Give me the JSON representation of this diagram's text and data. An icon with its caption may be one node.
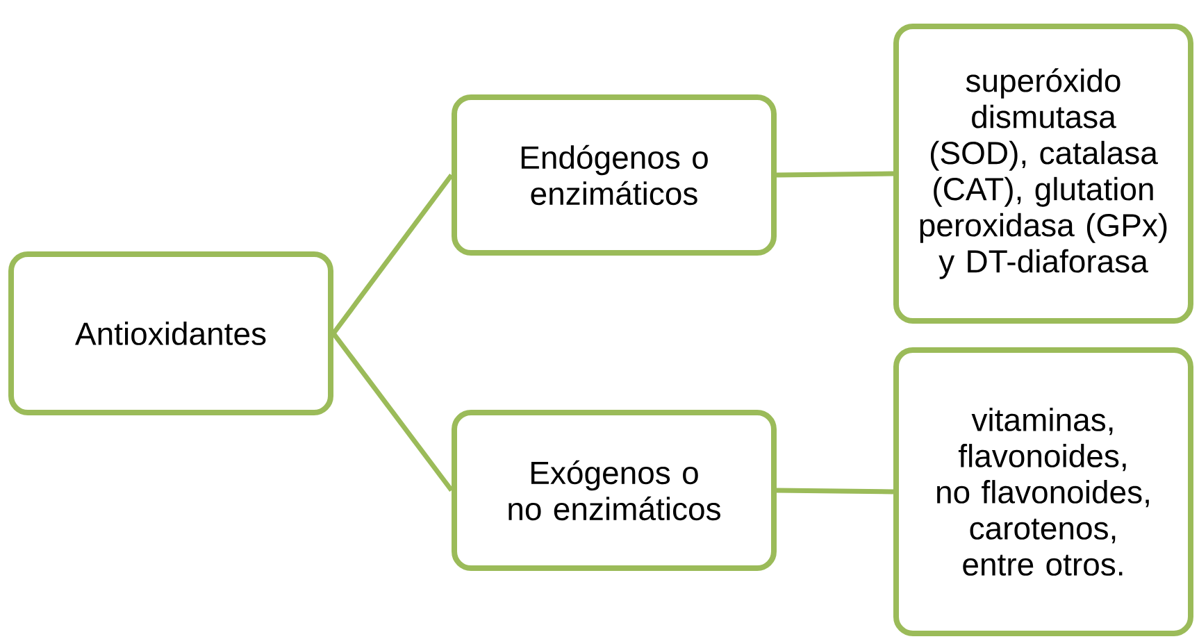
{
  "diagram": {
    "nodes": [
      {
        "text": [
          "Antioxidantes"
        ]
      },
      {
        "text": [
          "Endógenos o enzimáticos"
        ]
      },
      {
        "text": [
          "Exógenos o no enzimáticos"
        ]
      },
      {
        "text": [
          "superóxido dismutasa (SOD), catalasa (CAT), glutation peroxidasa (GPx) y DT-diaforasa"
        ]
      },
      {
        "text": [
          "vitaminas, flavonoides, no flavonoides, carotenos, entre otros."
        ]
      }
    ],
    "edges": [
      {
        "from": 0,
        "to": 1,
        "arrow": "none"
      },
      {
        "from": 0,
        "to": 2,
        "arrow": "none"
      },
      {
        "from": 1,
        "to": 3,
        "arrow": "none"
      },
      {
        "from": 2,
        "to": 4,
        "arrow": "none"
      }
    ]
  }
}
